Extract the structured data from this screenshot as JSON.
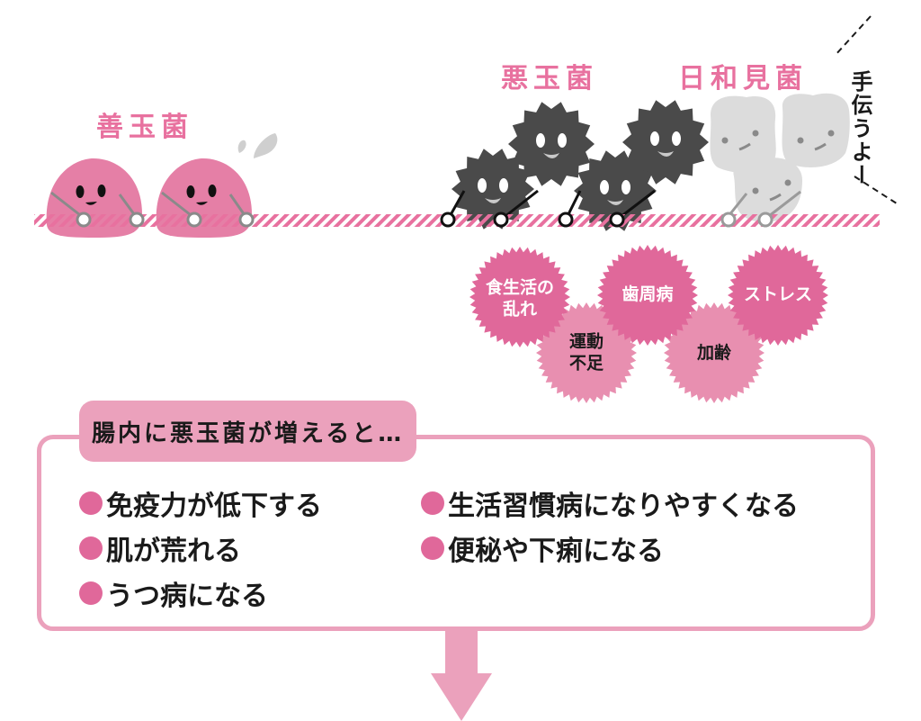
{
  "labels": {
    "good_bacteria": "善玉菌",
    "bad_bacteria": "悪玉菌",
    "opportunistic_bacteria": "日和見菌"
  },
  "speech_bubble": "手伝うよー",
  "causes": [
    {
      "text": "食生活の\n乱れ",
      "line1": "食生活の",
      "line2": "乱れ",
      "tone": "dark-pink"
    },
    {
      "text": "運動\n不足",
      "line1": "運動",
      "line2": "不足",
      "tone": "light-pink"
    },
    {
      "text": "歯周病",
      "line1": "歯周病",
      "line2": "",
      "tone": "dark-pink"
    },
    {
      "text": "加齢",
      "line1": "加齢",
      "line2": "",
      "tone": "light-pink"
    },
    {
      "text": "ストレス",
      "line1": "ストレス",
      "line2": "",
      "tone": "dark-pink"
    }
  ],
  "effects": {
    "header": "腸内に悪玉菌が増えると…",
    "items": [
      "免疫力が低下する",
      "肌が荒れる",
      "うつ病になる",
      "生活習慣病になりやすくなる",
      "便秘や下痢になる"
    ]
  },
  "colors": {
    "accent_pink": "#e8719f",
    "good_bacteria": "#e57fa6",
    "bad_bacteria": "#4a4a4a",
    "opportunistic_bacteria": "#dcdcdc",
    "badge_dark": "#e0689a",
    "badge_light": "#e88fb0",
    "box_border": "#eba1bc"
  }
}
